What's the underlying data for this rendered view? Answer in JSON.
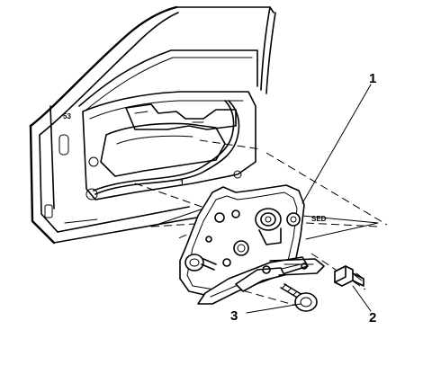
{
  "callouts": {
    "regulator": "1",
    "bolt_front": "2",
    "bolt_lower": "3"
  },
  "door_marks": {
    "seal_label": "53",
    "small_mark": "1"
  },
  "panel_mark": "SED"
}
